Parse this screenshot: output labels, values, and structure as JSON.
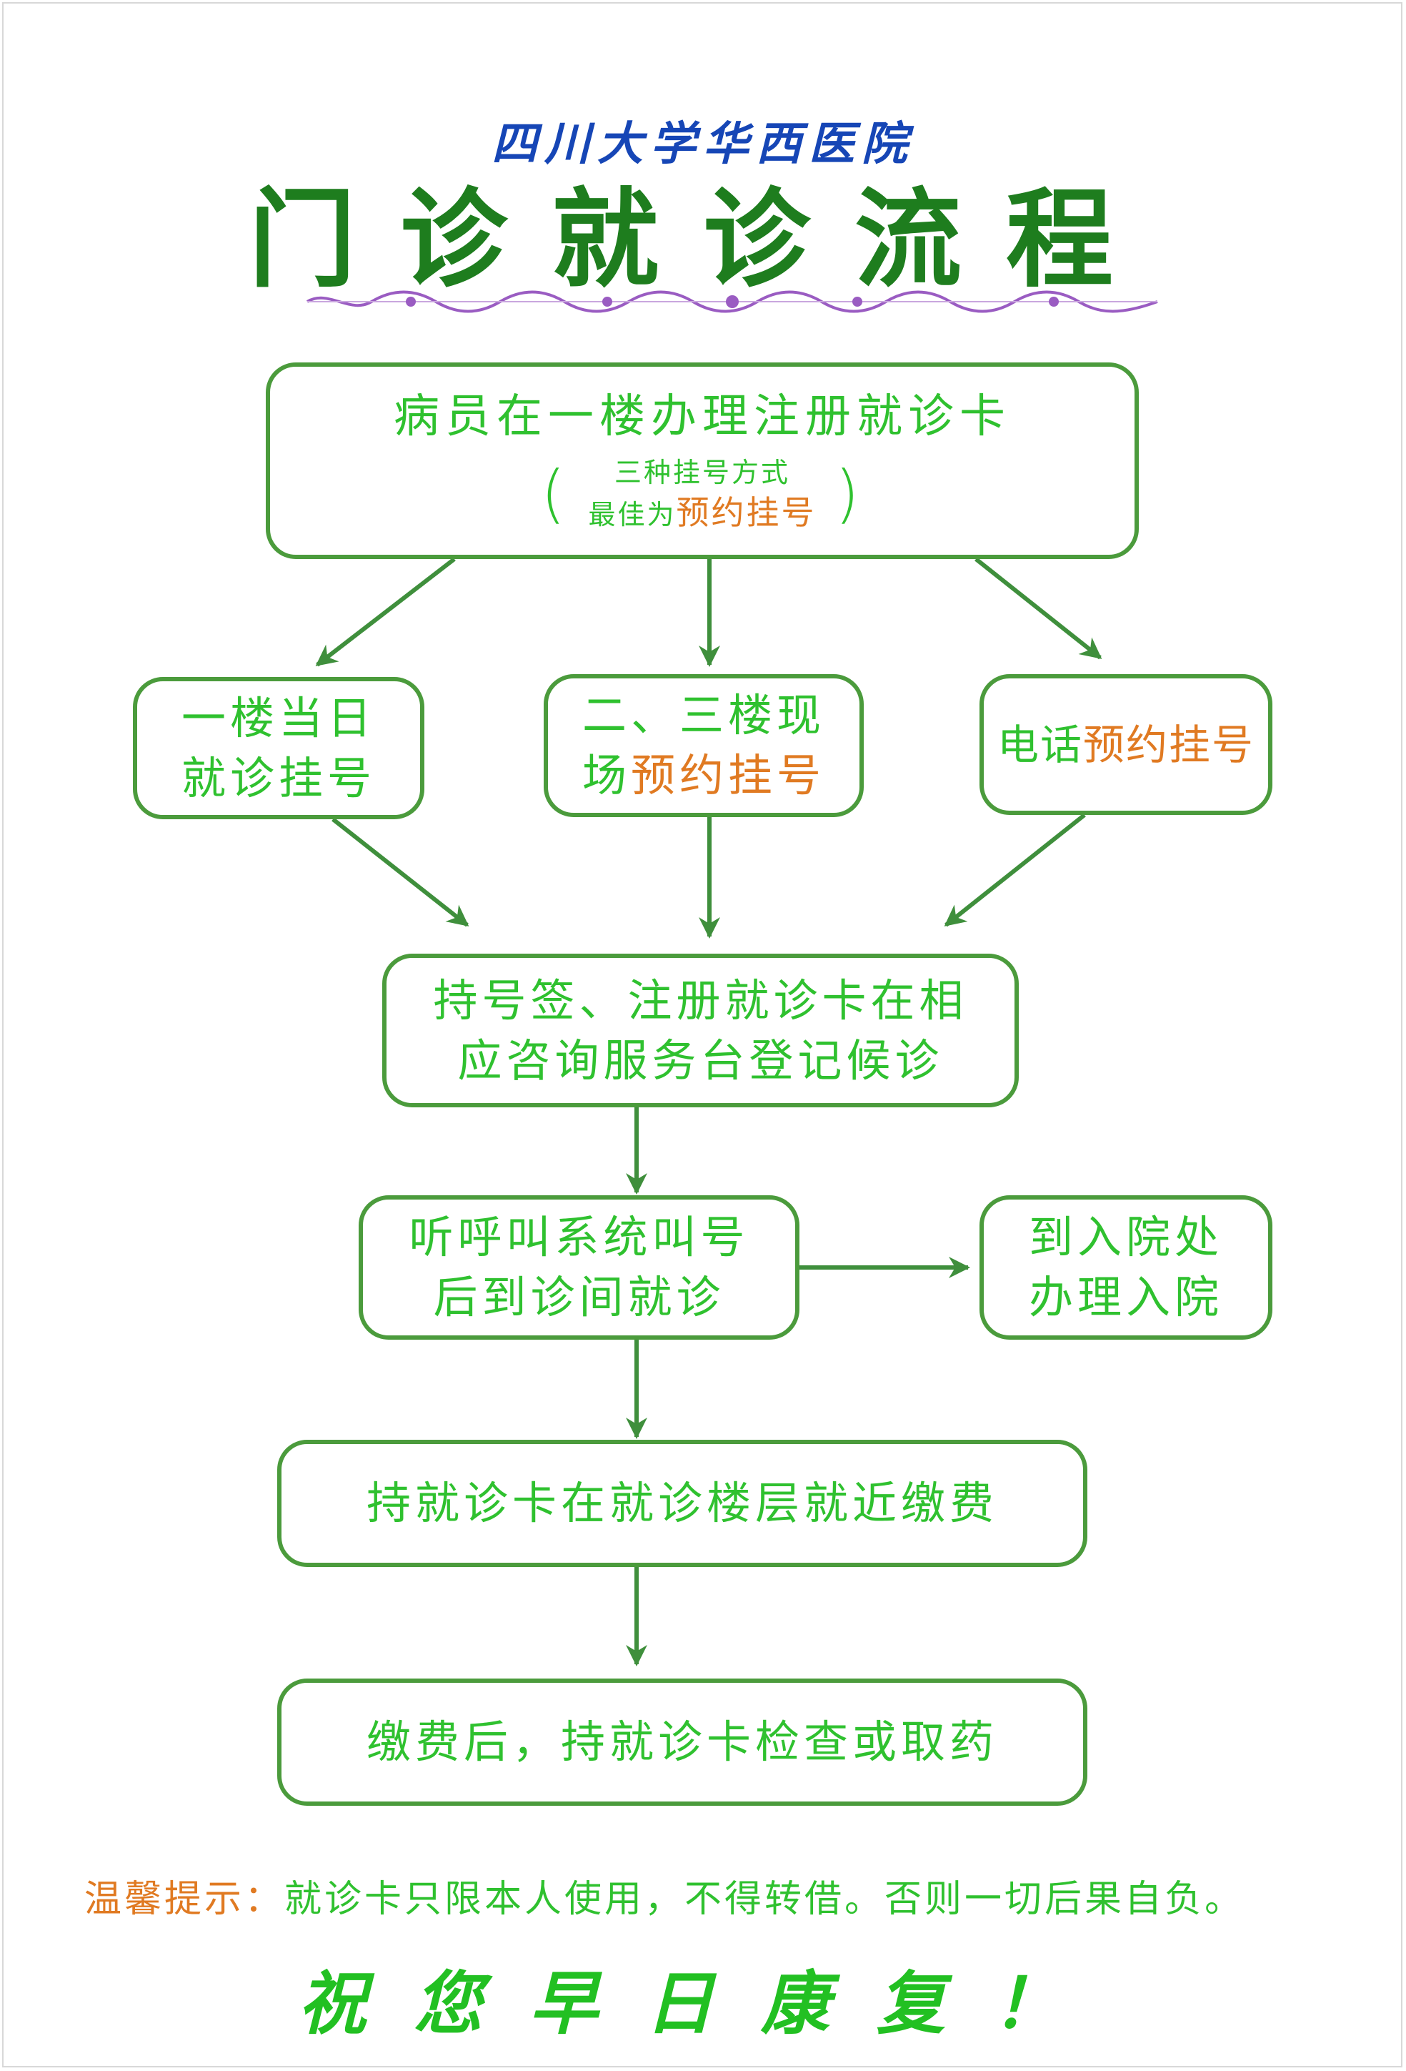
{
  "header": {
    "hospital_name": "四川大学华西医院",
    "title": "门诊就诊流程"
  },
  "nodes": {
    "register": {
      "main": "病员在一楼办理注册就诊卡",
      "open_paren": "(",
      "close_paren": ")",
      "sub1": "三种挂号方式",
      "sub2_prefix": "最佳为",
      "sub2_highlight": "预约挂号"
    },
    "same_day": {
      "line1": "一楼当日",
      "line2": "就诊挂号"
    },
    "onsite": {
      "line1": "二、三楼现",
      "line2_prefix": "场",
      "line2_highlight": "预约挂号"
    },
    "phone": {
      "prefix": "电话",
      "highlight": "预约挂号"
    },
    "checkin": {
      "line1": "持号签、注册就诊卡在相",
      "line2": "应咨询服务台登记候诊"
    },
    "call": {
      "line1": "听呼叫系统叫号",
      "line2": "后到诊间就诊"
    },
    "admission": {
      "line1": "到入院处",
      "line2": "办理入院"
    },
    "payment": {
      "text": "持就诊卡在就诊楼层就近缴费"
    },
    "exam": {
      "text": "缴费后，持就诊卡检查或取药"
    }
  },
  "reminder": {
    "label": "温馨提示：",
    "text": "就诊卡只限本人使用，不得转借。否则一切后果自负。"
  },
  "closing": "祝您早日康复！",
  "colors": {
    "border": "#4b9b3c",
    "text": "#2fc12f",
    "highlight": "#e07a22",
    "title": "#1e7d1e",
    "hospital_name": "#1646b6"
  }
}
